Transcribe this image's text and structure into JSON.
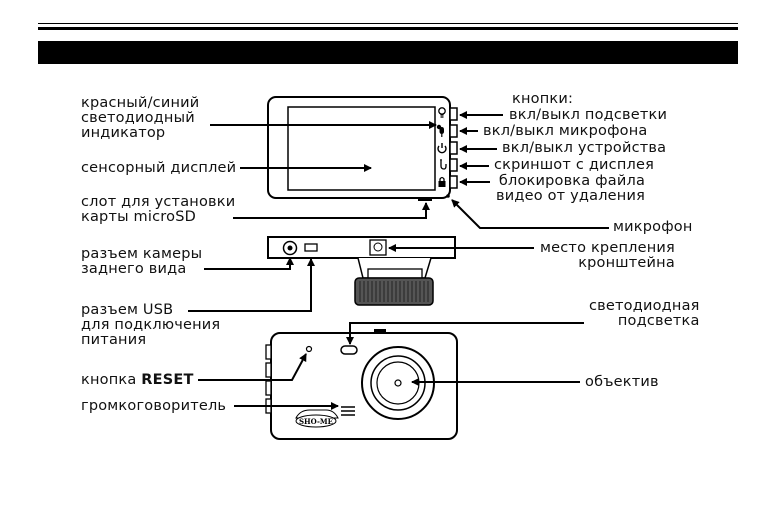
{
  "labels": {
    "red_blue_led": [
      "красный/синий",
      "светодиодный",
      "индикатор"
    ],
    "touch_display": "сенсорный дисплей",
    "microsd_slot": [
      "слот для установки",
      "карты microSD"
    ],
    "rear_cam_port": [
      "разъем камеры",
      "заднего вида"
    ],
    "usb_port": [
      "разъем USB",
      "для подключения",
      "питания"
    ],
    "reset_prefix": "кнопка ",
    "reset_bold": "RESET",
    "speaker": "громкоговоритель",
    "buttons_title": "кнопки:",
    "btn_backlight": "вкл/выкл подсветки",
    "btn_mic": "вкл/выкл микрофона",
    "btn_power": "вкл/выкл устройства",
    "btn_screenshot": "скриншот с дисплея",
    "btn_lock": [
      "блокировка файла",
      "видео от удаления"
    ],
    "microphone": "микрофон",
    "mount": [
      "место крепления",
      "кронштейна"
    ],
    "led_light": [
      "светодиодная",
      "подсветка"
    ],
    "lens": "объектив"
  },
  "brand": "SHO-ME",
  "icons": [
    "bulb-icon",
    "microphone-icon",
    "power-icon",
    "screenshot-hand-icon",
    "lock-icon"
  ]
}
